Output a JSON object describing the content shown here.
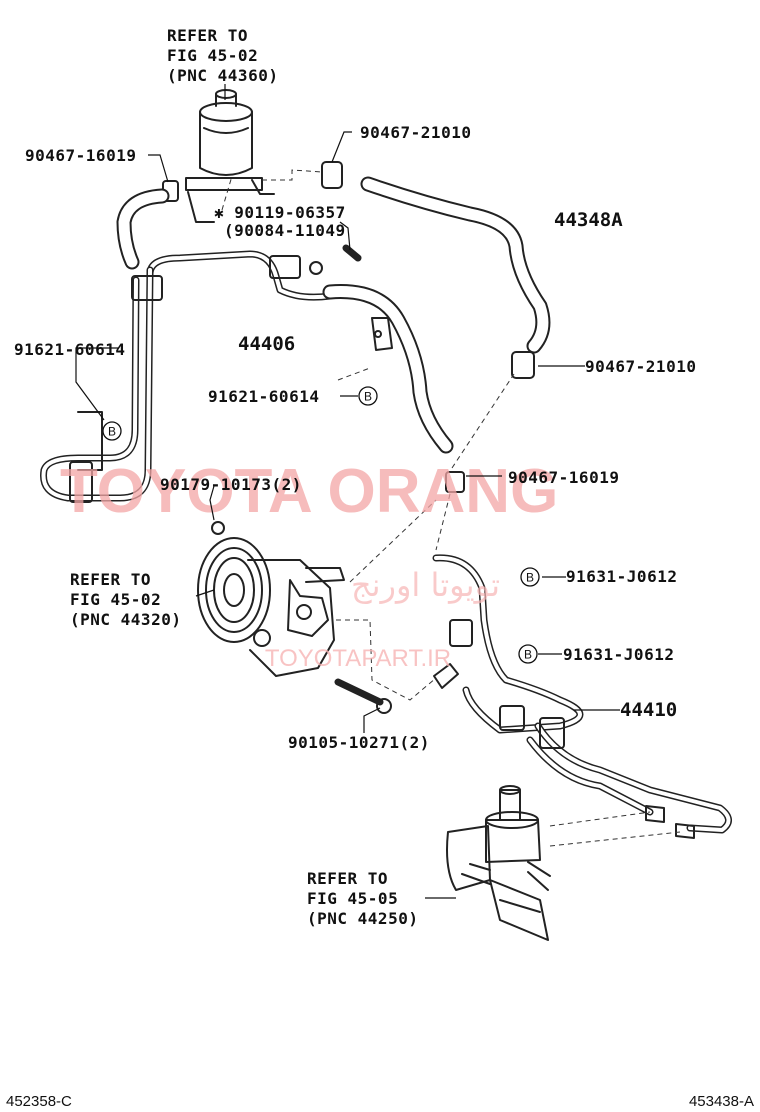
{
  "references": [
    {
      "line1": "REFER TO",
      "line2": "FIG 45-02",
      "line3": "(PNC 44360)"
    },
    {
      "line1": "REFER TO",
      "line2": "FIG 45-02",
      "line3": "(PNC 44320)"
    },
    {
      "line1": "REFER TO",
      "line2": "FIG 45-05",
      "line3": "(PNC 44250)"
    }
  ],
  "parts": {
    "clamp_top_left": "90467-16019",
    "clamp_top_right": "90467-21010",
    "bolt_star": "✱ 90119-06357",
    "bolt_alt": "(90084-11049",
    "hose_return": "44348A",
    "pipe_pressure": "44406",
    "bolt_left": "91621-60614",
    "bolt_mid": "91621-60614",
    "clamp_right": "90467-21010",
    "clamp_mid": "90467-16019",
    "nut": "90179-10173(2)",
    "bolt_b_upper": "91631-J0612",
    "bolt_b_lower": "91631-J0612",
    "tube_assy": "44410",
    "bolt_pump": "90105-10271(2)"
  },
  "marker": "B",
  "footer": {
    "left": "452358-C",
    "right": "453438-A"
  },
  "watermark": {
    "main": "TOYOTA ORANG",
    "arabic": "تويوتا اورنج",
    "site": "TOYOTAPART.IR"
  }
}
